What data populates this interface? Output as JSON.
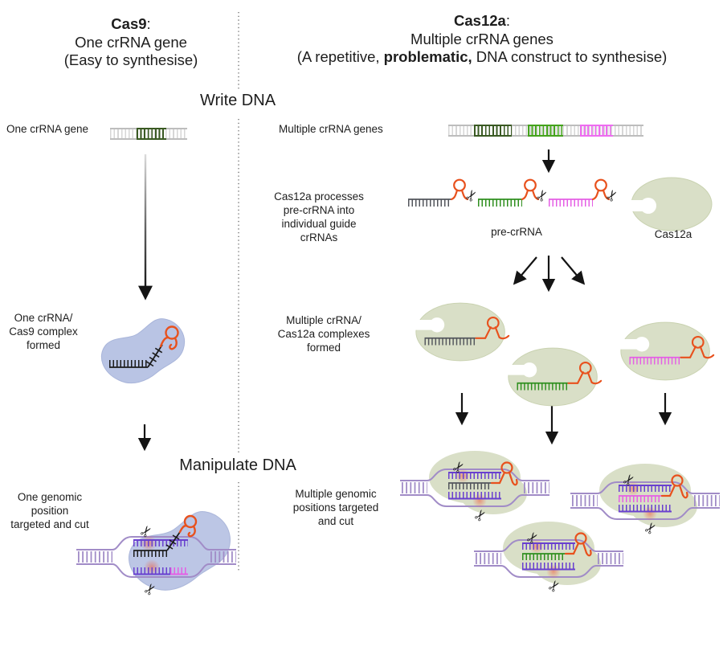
{
  "header_left": {
    "title_bold": "Cas9",
    "title_colon": ":",
    "line2": "One crRNA gene",
    "line3": "(Easy to synthesise)"
  },
  "header_right": {
    "title_bold": "Cas12a",
    "title_colon": ":",
    "line2": "Multiple crRNA genes",
    "line3_pre": "(A repetitive, ",
    "line3_bold": "problematic,",
    "line3_post": " DNA construct to synthesise)"
  },
  "section_headings": {
    "write_dna": "Write DNA",
    "manipulate_dna": "Manipulate DNA"
  },
  "cas9_column": {
    "gene_label": "One crRNA gene",
    "complex_label": "One crRNA/\nCas9 complex\nformed",
    "genomic_label": "One genomic\nposition\ntargeted and cut"
  },
  "cas12a_column": {
    "genes_label": "Multiple crRNA genes",
    "processing_label": "Cas12a processes\npre-crRNA into\nindividual guide\ncrRNAs",
    "pre_crrna_label": "pre-crRNA",
    "cas12a_label": "Cas12a",
    "complexes_label": "Multiple crRNA/\nCas12a complexes\nformed",
    "genomic_label": "Multiple genomic\npositions targeted\nand cut"
  },
  "icons": {
    "scissors": "✂"
  },
  "colors": {
    "text": "#1d1d1d",
    "rail_gray": "#bdbdbd",
    "gene_gray": "#d6d6d6",
    "gene_dark_green": "#3a5a23",
    "gene_green": "#45a31d",
    "gene_magenta": "#ee6cf0",
    "crrna_dark": "#53565c",
    "crrna_green": "#2f8f1f",
    "crrna_magenta": "#e55fe5",
    "crrna_black": "#1c1c1c",
    "rna_orange": "#e8511d",
    "cas9_blob": "#b9c4e4",
    "cas12a_blob": "#d9dfc7",
    "dna_purple": "#a18cc7",
    "dna_purple_bright": "#6940cf",
    "cut_glow": "#f05a3c"
  }
}
